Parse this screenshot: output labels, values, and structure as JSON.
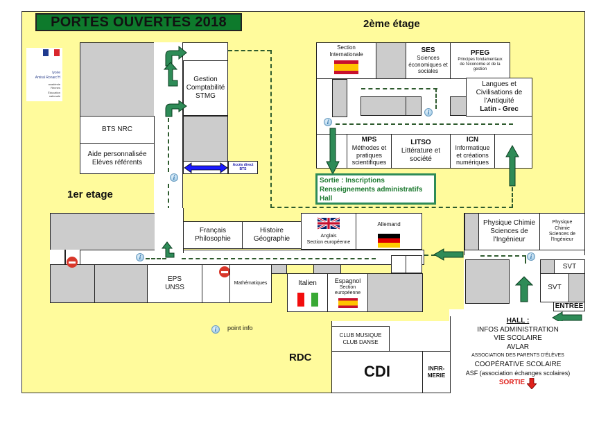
{
  "title": "PORTES OUVERTES 2018",
  "logo": {
    "line1": "lycée",
    "line2": "Amiral Ronarc'H",
    "line3": "académie Rennes",
    "line4": "Éducation nationale"
  },
  "floors": {
    "second": "2ème étage",
    "first": "1er etage",
    "ground": "RDC"
  },
  "first_floor": {
    "gestion": [
      "Gestion",
      "Comptabilité",
      "STMG"
    ],
    "bts_nrc": "BTS NRC",
    "aide": [
      "Aide personnalisée",
      "Elèves référents"
    ],
    "acces_bts": [
      "Accès direct",
      "BTS"
    ]
  },
  "second_floor": {
    "section_int": [
      "Section",
      "Internationale"
    ],
    "ses": {
      "title": "SES",
      "lines": [
        "Sciences",
        "économiques et",
        "sociales"
      ]
    },
    "pfeg": {
      "title": "PFEG",
      "lines": [
        "Principes fondamentaux",
        "de l'économie et de la",
        "gestion"
      ]
    },
    "lca": {
      "lines": [
        "Langues et",
        "Civilisations de",
        "l'Antiquité"
      ],
      "bold": "Latin - Grec"
    },
    "mps": {
      "title": "MPS",
      "lines": [
        "Méthodes et",
        "pratiques",
        "scientifiques"
      ]
    },
    "litso": {
      "title": "LITSO",
      "lines": [
        "Littérature et",
        "société"
      ]
    },
    "icn": {
      "title": "ICN",
      "lines": [
        "Informatique",
        "et créations",
        "numériques"
      ]
    },
    "sortie_box": [
      "Sortie : Inscriptions",
      "Renseignements administratifs",
      "Hall"
    ]
  },
  "ground_floor": {
    "francais": [
      "Français",
      "Philosophie"
    ],
    "histoire": [
      "Histoire",
      "Géographie"
    ],
    "anglais": [
      "Anglais",
      "Section européenne"
    ],
    "allemand": "Allemand",
    "eps": [
      "EPS",
      "UNSS"
    ],
    "maths": "Mathématiques",
    "italien": "Italien",
    "espagnol": {
      "title": "Espagnol",
      "lines": [
        "Section",
        "européenne"
      ]
    },
    "physique1": [
      "Physique Chimie",
      "Sciences de",
      "l'Ingénieur"
    ],
    "physique2": [
      "Physique",
      "Chimie",
      "Sciences de",
      "l'Ingénieur"
    ],
    "svt": "SVT",
    "entree": "ENTRÉE",
    "club": [
      "CLUB MUSIQUE",
      "CLUB DANSE"
    ],
    "cdi": "CDI",
    "infirmerie": [
      "INFIR-",
      "MERIE"
    ],
    "hall": {
      "title": "HALL :",
      "lines": [
        "INFOS ADMINISTRATION",
        "VIE SCOLAIRE",
        "AVLAR"
      ],
      "small": "ASSOCIATION DES PARENTS D'ÉLÈVES",
      "lines2": [
        "COOPÉRATIVE SCOLAIRE",
        "ASF (association échanges scolaires)"
      ],
      "sortie": "SORTIE"
    }
  },
  "legend": {
    "info_icon": "i",
    "point_info": "point info"
  },
  "colors": {
    "background": "#fffb9c",
    "title_bg": "#0e7a2c",
    "arrow": "#2e8b57",
    "room": "#ffffff",
    "unused": "#cccccc",
    "sortie": "#e0201b",
    "acces": "#1a1aff"
  }
}
